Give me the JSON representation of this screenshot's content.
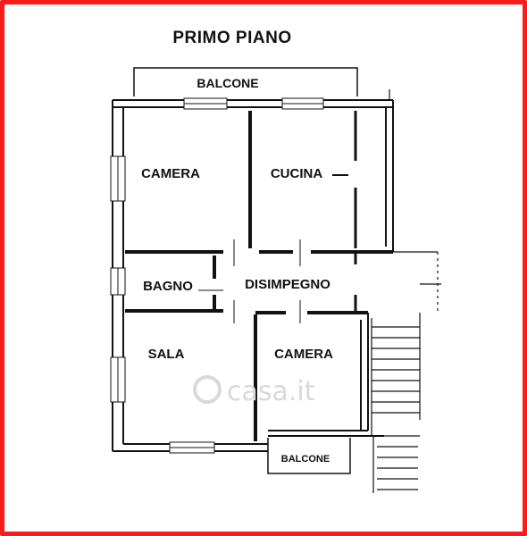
{
  "title": "PRIMO PIANO",
  "rooms": {
    "balcone_top": "BALCONE",
    "camera_top": "CAMERA",
    "cucina": "CUCINA",
    "bagno": "BAGNO",
    "disimpegno": "DISIMPEGNO",
    "sala": "SALA",
    "camera_bottom": "CAMERA",
    "balcone_bottom": "BALCONE"
  },
  "watermark": "casa.it",
  "colors": {
    "border": "#ff1a1a",
    "wall": "#111111",
    "watermark": "#d9d9d9"
  }
}
